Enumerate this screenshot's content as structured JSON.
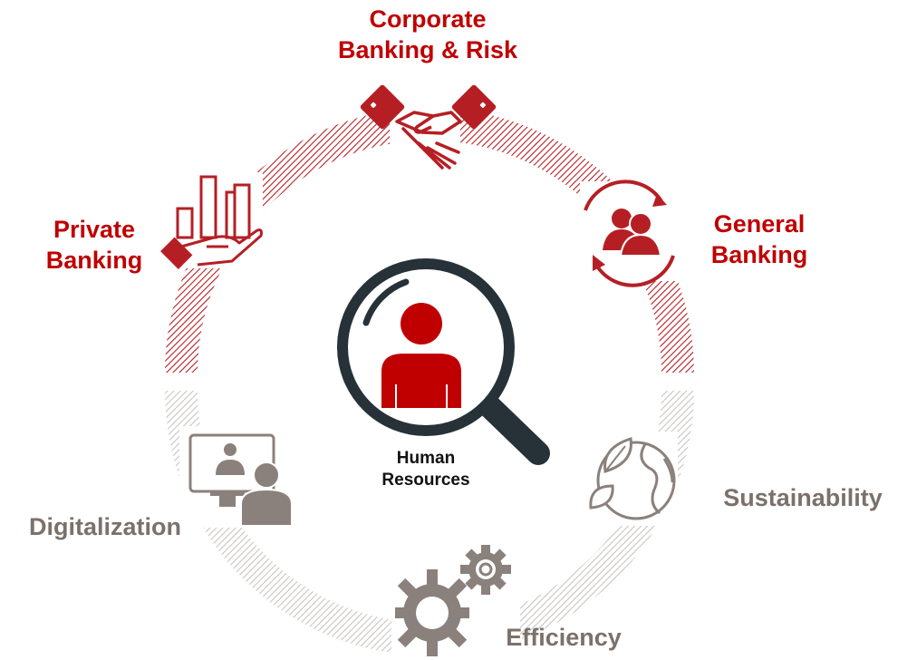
{
  "center": {
    "line1": "Human",
    "line2": "Resources",
    "icon": "magnifier-person-icon"
  },
  "segments": [
    {
      "id": "corporate",
      "line1": "Corporate",
      "line2": "Banking & Risk",
      "icon": "handshake-icon",
      "color": "#c00000"
    },
    {
      "id": "general",
      "line1": "General",
      "line2": "Banking",
      "icon": "people-cycle-icon",
      "color": "#c00000"
    },
    {
      "id": "private",
      "line1": "Private",
      "line2": "Banking",
      "icon": "hand-chart-icon",
      "color": "#c00000"
    },
    {
      "id": "sustainability",
      "line1": "Sustainability",
      "line2": "",
      "icon": "leaf-globe-icon",
      "color": "#7b716b"
    },
    {
      "id": "efficiency",
      "line1": "Efficiency",
      "line2": "",
      "icon": "gears-icon",
      "color": "#7b716b"
    },
    {
      "id": "digitalization",
      "line1": "Digitalization",
      "line2": "",
      "icon": "video-call-icon",
      "color": "#7b716b"
    }
  ],
  "colors": {
    "accent_red": "#c00000",
    "grey": "#7b716b",
    "ring_red": "#b51f24",
    "ring_grey": "#c9c5c2",
    "lens": "#263238"
  }
}
